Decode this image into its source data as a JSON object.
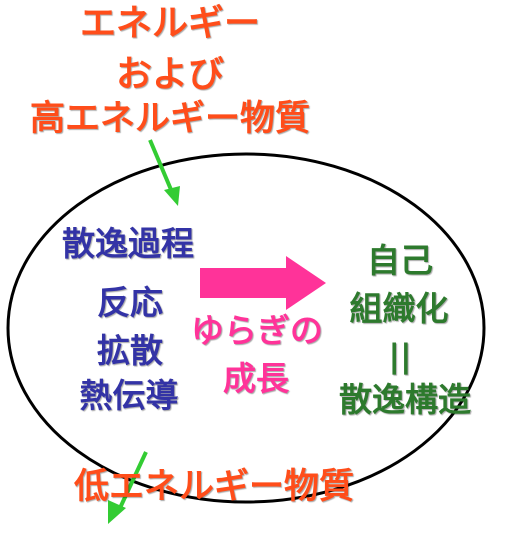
{
  "colors": {
    "input": "#ff4d1a",
    "process": "#3333a6",
    "center": "#ff3399",
    "result": "#2d7a2d",
    "arrow_green": "#33cc33",
    "arrow_pink": "#ff3399",
    "ellipse": "#000000"
  },
  "input": {
    "line1": "エネルギー",
    "line2": "および",
    "line3": "高エネルギー物質"
  },
  "process": {
    "title": "散逸過程",
    "item1": "反応",
    "item2": "拡散",
    "item3": "熱伝導"
  },
  "center": {
    "line1": "ゆらぎの",
    "line2": "成長"
  },
  "result": {
    "line1": "自己",
    "line2": "組織化",
    "line3": "||",
    "line4": "散逸構造"
  },
  "output": {
    "label": "低エネルギー物質"
  }
}
